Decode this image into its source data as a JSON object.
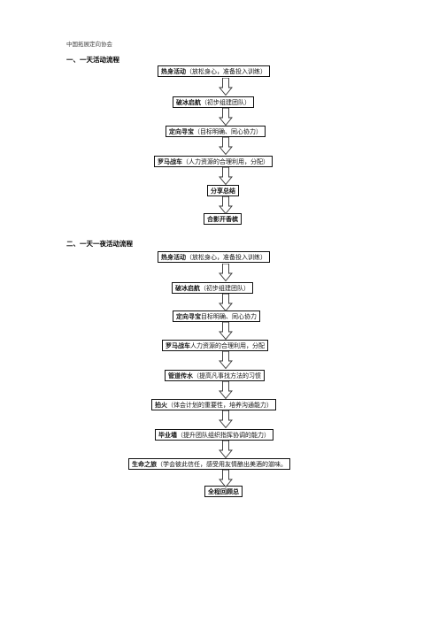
{
  "header": "中国拓展定向协会",
  "section1": {
    "title": "一、一天活动流程",
    "steps": [
      {
        "name": "热身活动",
        "desc": "（放松身心，准备投入训练）"
      },
      {
        "name": "破冰启航",
        "desc": "（初步组建团队）"
      },
      {
        "name": "定向寻宝",
        "desc": "（目标明确、同心协力）"
      },
      {
        "name": "罗马战车",
        "desc": "（人力资源的合理利用，分配）"
      },
      {
        "name": "分享总结",
        "desc": ""
      },
      {
        "name": "合影开香槟",
        "desc": ""
      }
    ]
  },
  "section2": {
    "title": "二、一天一夜活动流程",
    "steps": [
      {
        "name": "热身活动",
        "desc": "（放松身心，准备投入训练）"
      },
      {
        "name": "破冰启航",
        "desc": "（初步组建团队）"
      },
      {
        "name": "定向寻宝",
        "desc": "目标明确、同心协力"
      },
      {
        "name": "罗马战车",
        "desc": "人力资源的合理利用，分配"
      },
      {
        "name": "管道传水",
        "desc": "（提高凡事找方法的习惯"
      },
      {
        "name": "拍火",
        "desc": "（体会计划的重要性，培养沟通能力）"
      },
      {
        "name": "毕业墙",
        "desc": "（提升团队组织指挥协调的能力）"
      },
      {
        "name": "生命之旅",
        "desc": "（学会彼此信任，感受用友情酿出美酒的滋味。"
      },
      {
        "name": "全程回顾总",
        "desc": ""
      }
    ]
  }
}
